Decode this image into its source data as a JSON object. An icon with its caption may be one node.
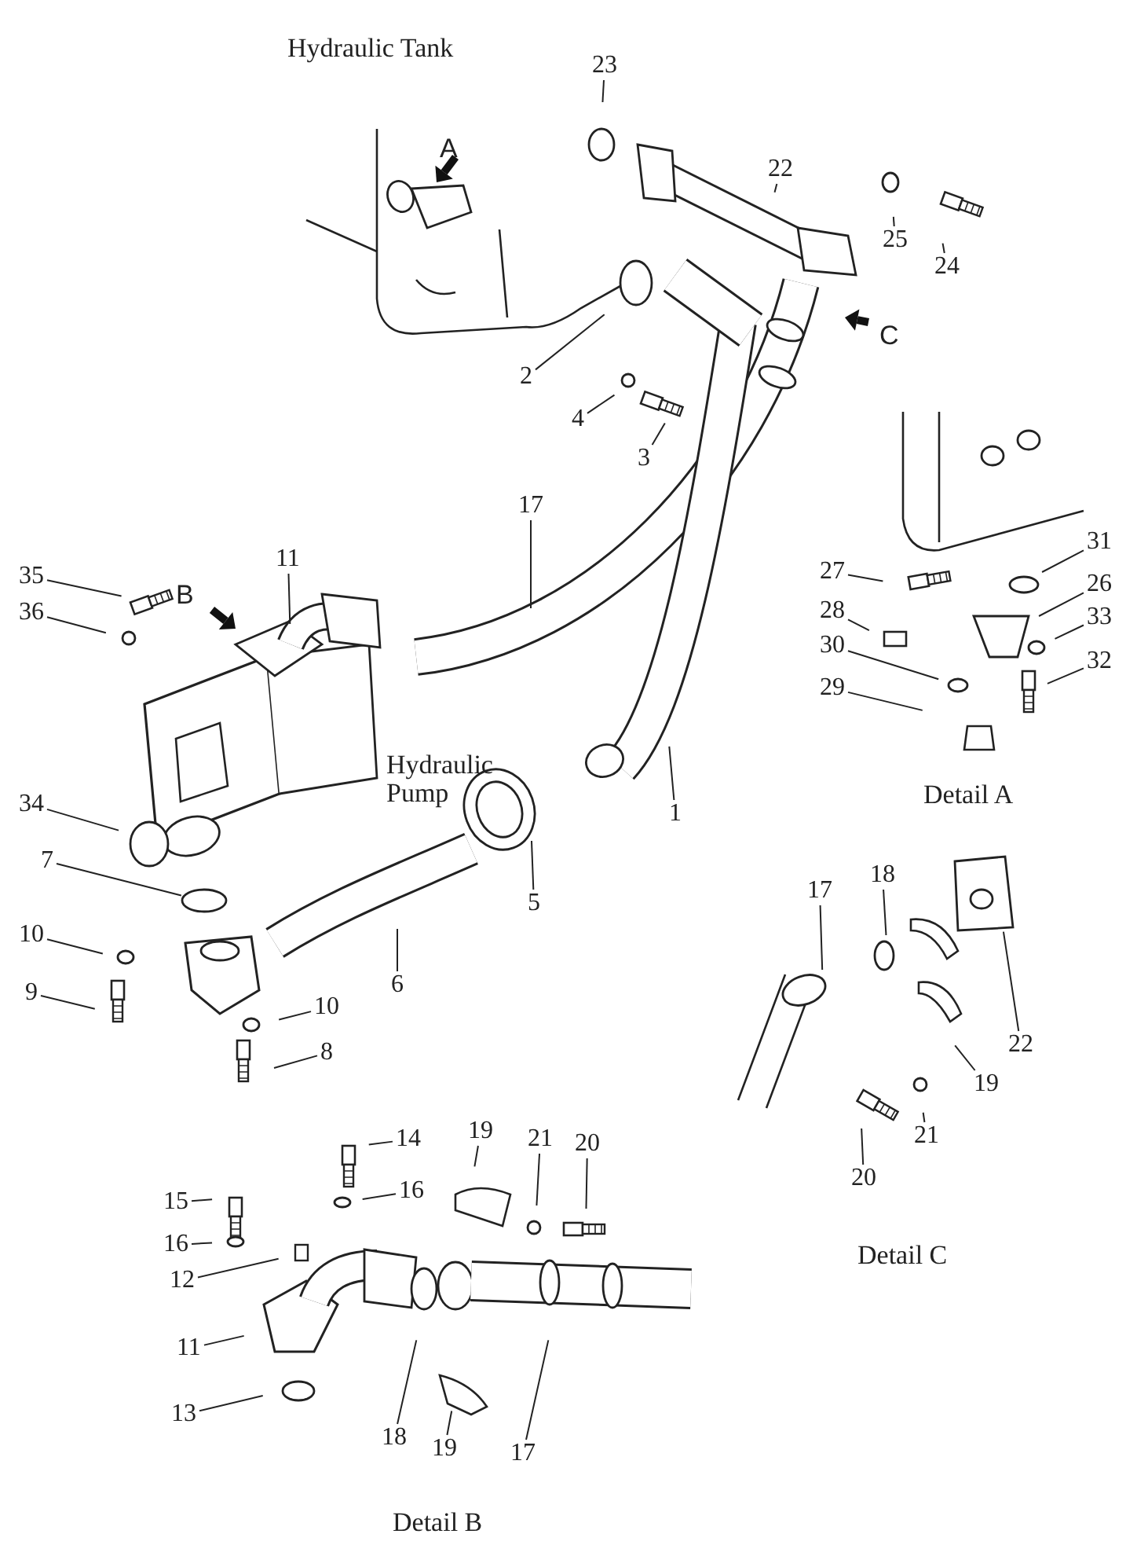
{
  "diagram": {
    "nodes": [
      {
        "text": [
          "23"
        ]
      },
      {
        "text": [
          "22"
        ]
      },
      {
        "text": [
          "25"
        ]
      },
      {
        "text": [
          "24"
        ]
      },
      {
        "text": [
          "2"
        ]
      },
      {
        "text": [
          "4"
        ]
      },
      {
        "text": [
          "3"
        ]
      },
      {
        "text": [
          "17"
        ]
      },
      {
        "text": [
          "35"
        ]
      },
      {
        "text": [
          "11"
        ]
      },
      {
        "text": [
          "31"
        ]
      },
      {
        "text": [
          "27"
        ]
      },
      {
        "text": [
          "36"
        ]
      },
      {
        "text": [
          "26"
        ]
      },
      {
        "text": [
          "28"
        ]
      },
      {
        "text": [
          "33"
        ]
      },
      {
        "text": [
          "30"
        ]
      },
      {
        "text": [
          "32"
        ]
      },
      {
        "text": [
          "29"
        ]
      },
      {
        "text": [
          "1"
        ]
      },
      {
        "text": [
          "34"
        ]
      },
      {
        "text": [
          "7"
        ]
      },
      {
        "text": [
          "5"
        ]
      },
      {
        "text": [
          "18"
        ]
      },
      {
        "text": [
          "17"
        ]
      },
      {
        "text": [
          "10"
        ]
      },
      {
        "text": [
          "6"
        ]
      },
      {
        "text": [
          "9"
        ]
      },
      {
        "text": [
          "22"
        ]
      },
      {
        "text": [
          "10"
        ]
      },
      {
        "text": [
          "8"
        ]
      },
      {
        "text": [
          "19"
        ]
      },
      {
        "text": [
          "21"
        ]
      },
      {
        "text": [
          "20"
        ]
      },
      {
        "text": [
          "14"
        ]
      },
      {
        "text": [
          "19"
        ]
      },
      {
        "text": [
          "21"
        ]
      },
      {
        "text": [
          "20"
        ]
      },
      {
        "text": [
          "16"
        ]
      },
      {
        "text": [
          "15"
        ]
      },
      {
        "text": [
          "16"
        ]
      },
      {
        "text": [
          "12"
        ]
      },
      {
        "text": [
          "11"
        ]
      },
      {
        "text": [
          "13"
        ]
      },
      {
        "text": [
          "18"
        ]
      },
      {
        "text": [
          "19"
        ]
      },
      {
        "text": [
          "17"
        ]
      }
    ],
    "edges": [
      {
        "from": 0,
        "to": null,
        "arrow": "none"
      },
      {
        "from": 1,
        "to": null,
        "arrow": "none"
      },
      {
        "from": 2,
        "to": null,
        "arrow": "none"
      },
      {
        "from": 3,
        "to": null,
        "arrow": "none"
      },
      {
        "from": 4,
        "to": null,
        "arrow": "none"
      },
      {
        "from": 5,
        "to": null,
        "arrow": "none"
      },
      {
        "from": 6,
        "to": null,
        "arrow": "none"
      },
      {
        "from": 7,
        "to": null,
        "arrow": "none"
      },
      {
        "from": 8,
        "to": null,
        "arrow": "none"
      },
      {
        "from": 9,
        "to": null,
        "arrow": "none"
      },
      {
        "from": 10,
        "to": null,
        "arrow": "none"
      },
      {
        "from": 11,
        "to": null,
        "arrow": "none"
      },
      {
        "from": 12,
        "to": null,
        "arrow": "none"
      },
      {
        "from": 13,
        "to": null,
        "arrow": "none"
      },
      {
        "from": 14,
        "to": null,
        "arrow": "none"
      },
      {
        "from": 15,
        "to": null,
        "arrow": "none"
      },
      {
        "from": 16,
        "to": null,
        "arrow": "none"
      },
      {
        "from": 17,
        "to": null,
        "arrow": "none"
      },
      {
        "from": 18,
        "to": null,
        "arrow": "none"
      },
      {
        "from": 19,
        "to": null,
        "arrow": "none"
      },
      {
        "from": 20,
        "to": null,
        "arrow": "none"
      },
      {
        "from": 21,
        "to": null,
        "arrow": "none"
      },
      {
        "from": 22,
        "to": null,
        "arrow": "none"
      },
      {
        "from": 23,
        "to": null,
        "arrow": "none"
      },
      {
        "from": 24,
        "to": null,
        "arrow": "none"
      },
      {
        "from": 25,
        "to": null,
        "arrow": "none"
      },
      {
        "from": 26,
        "to": null,
        "arrow": "none"
      },
      {
        "from": 27,
        "to": null,
        "arrow": "none"
      },
      {
        "from": 28,
        "to": null,
        "arrow": "none"
      },
      {
        "from": 29,
        "to": null,
        "arrow": "none"
      },
      {
        "from": 30,
        "to": null,
        "arrow": "none"
      },
      {
        "from": 31,
        "to": null,
        "arrow": "none"
      },
      {
        "from": 32,
        "to": null,
        "arrow": "none"
      },
      {
        "from": 33,
        "to": null,
        "arrow": "none"
      },
      {
        "from": 34,
        "to": null,
        "arrow": "none"
      },
      {
        "from": 35,
        "to": null,
        "arrow": "none"
      },
      {
        "from": 36,
        "to": null,
        "arrow": "none"
      },
      {
        "from": 37,
        "to": null,
        "arrow": "none"
      },
      {
        "from": 38,
        "to": null,
        "arrow": "none"
      },
      {
        "from": 39,
        "to": null,
        "arrow": "none"
      },
      {
        "from": 40,
        "to": null,
        "arrow": "none"
      },
      {
        "from": 41,
        "to": null,
        "arrow": "none"
      },
      {
        "from": 42,
        "to": null,
        "arrow": "none"
      },
      {
        "from": 43,
        "to": null,
        "arrow": "none"
      },
      {
        "from": 44,
        "to": null,
        "arrow": "none"
      },
      {
        "from": 45,
        "to": null,
        "arrow": "none"
      },
      {
        "from": 46,
        "to": null,
        "arrow": "none"
      }
    ],
    "labels": [
      "Hydraulic Tank",
      "A",
      "C",
      "B",
      "Hydraulic Pump",
      "Detail A",
      "Detail C",
      "Detail B"
    ]
  }
}
